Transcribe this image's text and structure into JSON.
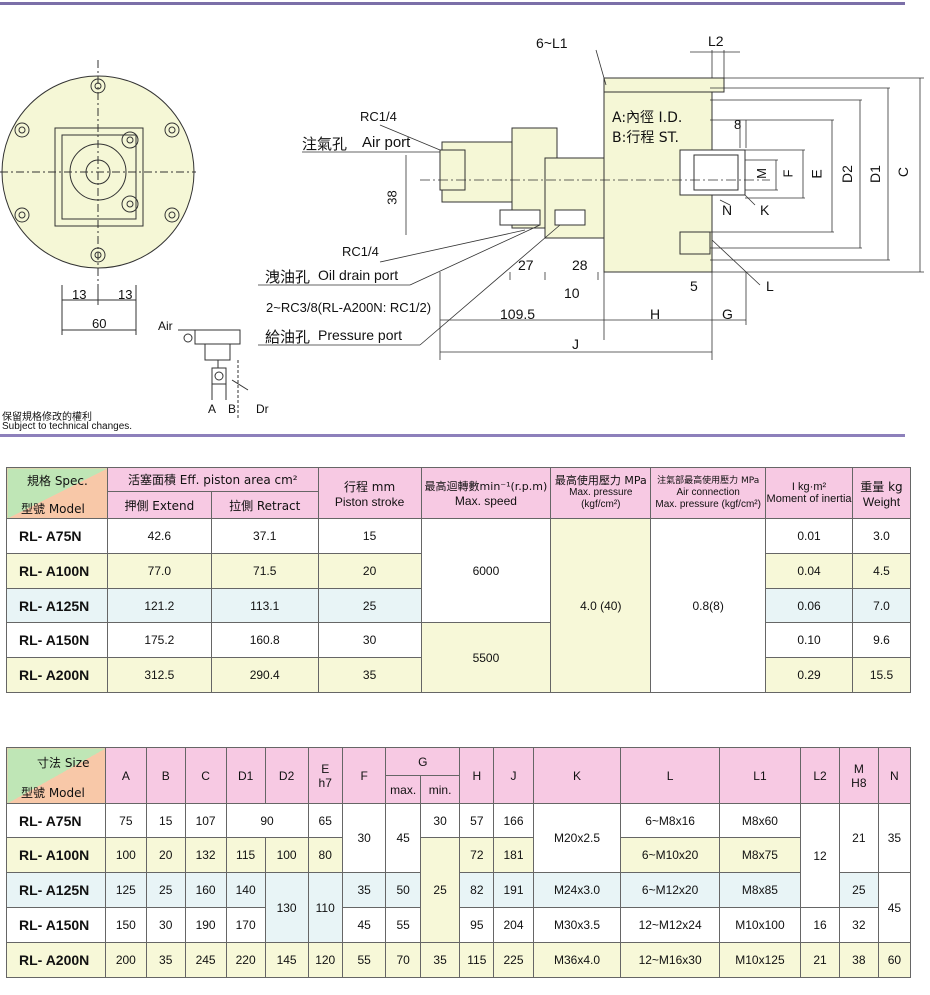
{
  "drawing": {
    "label_6L1": "6~L1",
    "label_L2": "L2",
    "label_RC14_top": "RC1/4",
    "air_port_cn": "注氣孔",
    "air_port_en": "Air port",
    "label_A": "A:內徑 I.D.",
    "label_B": "B:行程 ST.",
    "label_8": "8",
    "label_M": "M",
    "label_F": "F",
    "label_E": "E",
    "label_D2": "D2",
    "label_D1": "D1",
    "label_C": "C",
    "label_N": "N",
    "label_K": "K",
    "label_38": "38",
    "label_RC14_mid": "RC1/4",
    "drain_cn": "洩油孔",
    "drain_en": "Oil drain port",
    "label_27": "27",
    "label_28": "28",
    "label_10": "10",
    "label_5": "5",
    "label_L": "L",
    "label_RC38": "2~RC3/8(RL-A200N: RC1/2)",
    "label_1095": "109.5",
    "label_H": "H",
    "label_G": "G",
    "pressure_cn": "給油孔",
    "pressure_en": "Pressure port",
    "label_J": "J",
    "label_13a": "13",
    "label_13b": "13",
    "label_60": "60",
    "schem_air": "Air",
    "schem_A": "A",
    "schem_B": "B",
    "schem_Dr": "Dr",
    "note_cn": "保留規格修改的權利",
    "note_en": "Subject to technical changes."
  },
  "spec_table": {
    "hdr_spec": "規格 Spec.",
    "hdr_model": "型號 Model",
    "hdr_area": "活塞面積 Eff. piston area cm²",
    "hdr_extend": "押側 Extend",
    "hdr_retract": "拉側 Retract",
    "hdr_stroke1": "行程 mm",
    "hdr_stroke2": "Piston stroke",
    "hdr_speed1": "最高迴轉數min⁻¹(r.p.m)",
    "hdr_speed2": "Max. speed",
    "hdr_press1": "最高使用壓力 MPa",
    "hdr_press2": "Max. pressure (kgf/cm²)",
    "hdr_air1": "注氣部最高使用壓力 MPa",
    "hdr_air2": "Air connection",
    "hdr_air3": "Max. pressure (kgf/cm²)",
    "hdr_inertia1": "I kg·m²",
    "hdr_inertia2": "Moment of inertia",
    "hdr_weight1": "重量 kg",
    "hdr_weight2": "Weight",
    "speed_a": "6000",
    "speed_b": "5500",
    "pressure": "4.0 (40)",
    "air_pressure": "0.8(8)",
    "rows": [
      {
        "model": "RL- A75N",
        "extend": "42.6",
        "retract": "37.1",
        "stroke": "15",
        "inertia": "0.01",
        "weight": "3.0"
      },
      {
        "model": "RL- A100N",
        "extend": "77.0",
        "retract": "71.5",
        "stroke": "20",
        "inertia": "0.04",
        "weight": "4.5"
      },
      {
        "model": "RL- A125N",
        "extend": "121.2",
        "retract": "113.1",
        "stroke": "25",
        "inertia": "0.06",
        "weight": "7.0"
      },
      {
        "model": "RL- A150N",
        "extend": "175.2",
        "retract": "160.8",
        "stroke": "30",
        "inertia": "0.10",
        "weight": "9.6"
      },
      {
        "model": "RL- A200N",
        "extend": "312.5",
        "retract": "290.4",
        "stroke": "35",
        "inertia": "0.29",
        "weight": "15.5"
      }
    ]
  },
  "size_table": {
    "hdr_size": "寸法 Size",
    "hdr_model": "型號 Model",
    "hdr_A": "A",
    "hdr_B": "B",
    "hdr_C": "C",
    "hdr_D1": "D1",
    "hdr_D2": "D2",
    "hdr_E1": "E",
    "hdr_E2": "h7",
    "hdr_F": "F",
    "hdr_G": "G",
    "hdr_Gmax": "max.",
    "hdr_Gmin": "min.",
    "hdr_H": "H",
    "hdr_J": "J",
    "hdr_K": "K",
    "hdr_L": "L",
    "hdr_L1": "L1",
    "hdr_L2": "L2",
    "hdr_M1": "M",
    "hdr_M2": "H8",
    "hdr_N": "N",
    "models": [
      "RL- A75N",
      "RL- A100N",
      "RL- A125N",
      "RL- A150N",
      "RL- A200N"
    ],
    "A": [
      "75",
      "100",
      "125",
      "150",
      "200"
    ],
    "B": [
      "15",
      "20",
      "25",
      "30",
      "35"
    ],
    "C": [
      "107",
      "132",
      "160",
      "190",
      "245"
    ],
    "D1_75": "90",
    "D1": [
      "115",
      "140",
      "170",
      "220"
    ],
    "D2_100": "100",
    "D2_125_150": "130",
    "D2_200": "145",
    "E_75": "65",
    "E_100": "80",
    "E_125_150": "110",
    "E_200": "120",
    "F_75_100": "30",
    "F_125": "35",
    "F_150": "45",
    "F_200": "55",
    "Gmax_75_100": "45",
    "Gmax_125": "50",
    "Gmax_150": "55",
    "Gmax_200": "70",
    "Gmin_75": "30",
    "Gmin_100_150": "25",
    "Gmin_200": "35",
    "H": [
      "57",
      "72",
      "82",
      "95",
      "115"
    ],
    "J": [
      "166",
      "181",
      "191",
      "204",
      "225"
    ],
    "K_75_100": "M20x2.5",
    "K_125": "M24x3.0",
    "K_150": "M30x3.5",
    "K_200": "M36x4.0",
    "L": [
      "6~M8x16",
      "6~M10x20",
      "6~M12x20",
      "12~M12x24",
      "12~M16x30"
    ],
    "L1": [
      "M8x60",
      "M8x75",
      "M8x85",
      "M10x100",
      "M10x125"
    ],
    "L2_75_125": "12",
    "L2_150": "16",
    "L2_200": "21",
    "M_75_100": "21",
    "M_125": "25",
    "M_150": "32",
    "M_200": "38",
    "N_75_100": "35",
    "N_125_150": "45",
    "N_200": "60"
  }
}
